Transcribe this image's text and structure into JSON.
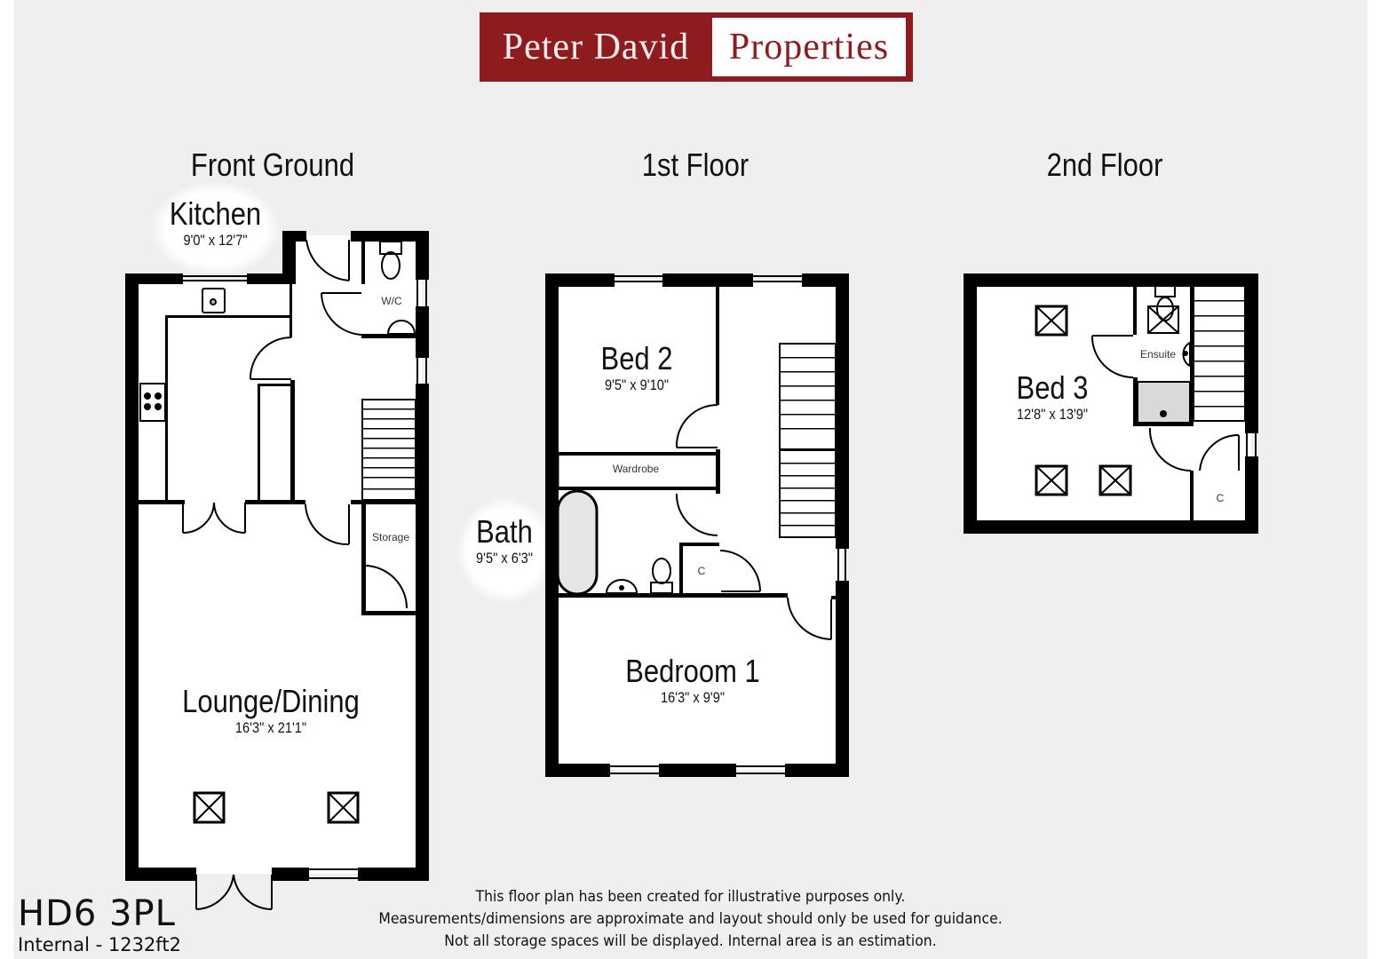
{
  "brand": {
    "name_left": "Peter David",
    "name_right": "Properties",
    "primary_color": "#8e1b1e",
    "background_color": "#efefef"
  },
  "floors": [
    {
      "title": "Front Ground",
      "rooms": [
        {
          "name": "Kitchen",
          "dimensions": "9'0\" x 12'7\""
        },
        {
          "name": "Lounge/Dining",
          "dimensions": "16'3\" x 21'1\""
        }
      ],
      "labels": [
        "W/C",
        "Storage"
      ]
    },
    {
      "title": "1st Floor",
      "rooms": [
        {
          "name": "Bed 2",
          "dimensions": "9'5\" x 9'10\""
        },
        {
          "name": "Bath",
          "dimensions": "9'5\" x 6'3\""
        },
        {
          "name": "Bedroom 1",
          "dimensions": "16'3\" x 9'9\""
        }
      ],
      "labels": [
        "Wardrobe",
        "C"
      ]
    },
    {
      "title": "2nd Floor",
      "rooms": [
        {
          "name": "Bed 3",
          "dimensions": "12'8\" x 13'9\""
        }
      ],
      "labels": [
        "Ensuite",
        "C"
      ]
    }
  ],
  "footer": {
    "postcode": "HD6 3PL",
    "internal_area": "Internal - 1232ft2",
    "disclaimer": [
      "This floor plan has been created for illustrative purposes only.",
      "Measurements/dimensions are approximate and layout should only be used for guidance.",
      "Not all storage spaces will be displayed. Internal area is an estimation."
    ]
  }
}
